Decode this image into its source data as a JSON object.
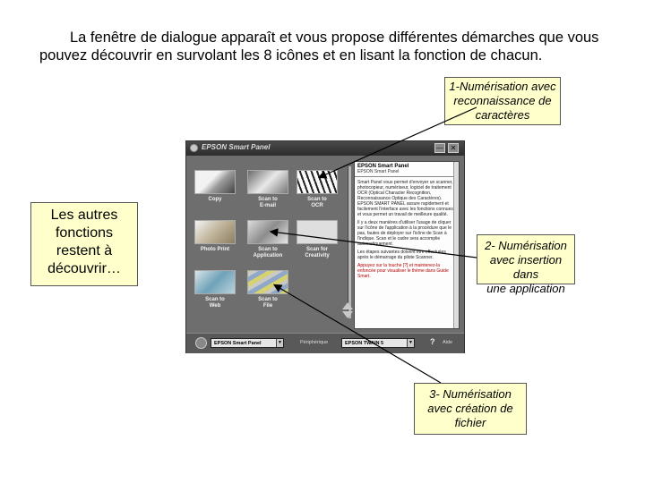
{
  "intro": {
    "line": "La fenêtre de dialogue apparaît et vous propose différentes démarches  que vous pouvez découvrir en survolant les 8 icônes et en lisant la fonction de chacun."
  },
  "callouts": {
    "one_line1": "1-Numérisation avec",
    "one_line2": "reconnaissance de",
    "one_line3": "caractères",
    "two_line1": "2- Numérisation",
    "two_line2": "avec insertion dans",
    "two_line3": "une application",
    "three_line1": "3- Numérisation",
    "three_line2": "avec création de",
    "three_line3": "fichier",
    "other_line1": "Les autres",
    "other_line2": "fonctions",
    "other_line3": "restent à",
    "other_line4": "découvrir…"
  },
  "window": {
    "title": "EPSON Smart Panel",
    "minimize_glyph": "—",
    "close_glyph": "✕",
    "tiles": {
      "copy": "Copy",
      "email_l1": "Scan to",
      "email_l2": "E-mail",
      "ocr_l1": "Scan to",
      "ocr_l2": "OCR",
      "photo": "Photo Print",
      "app_l1": "Scan to",
      "app_l2": "Application",
      "creat_l1": "Scan for",
      "creat_l2": "Creativity",
      "web_l1": "Scan to",
      "web_l2": "Web",
      "file_l1": "Scan to",
      "file_l2": "File"
    },
    "panel": {
      "heading": "EPSON Smart Panel",
      "subheading": "EPSON Smart Panel",
      "p1": "Smart Panel vous permet d'envoyer un scanner, photocopieur, numériseur, logiciel de traitement OCR (Optical Character Recognition, Reconnaissance Optique des Caractères). EPSON SMART PANEL assure rapidement et facilement l'interface avec les fonctions connues et vous permet un travail de meilleure qualité.",
      "p2": "Il y a deux manières d'utiliser l'usage de cliquer sur l'icône de l'application à la procédure que le pas, fautes de déployer sur l'icône de Scan à l'indique. Scan et le cadre sera accomplie automatiquement.",
      "p3": "Les étapes suivantes doivent être effectuées après le démarrage du pilote Scanner.",
      "p4": "Appuyez sur la touche [?] et maintenez-la enfoncée pour visualiser le thème dans Guide Smart."
    },
    "bottom": {
      "dropdown1": "EPSON Smart Panel",
      "device_label": "Périphérique",
      "dropdown2": "EPSON TWAIN 5",
      "help_icon_glyph": "?",
      "help_label": "Aide",
      "dropdown_arrow": "▼"
    }
  },
  "colors": {
    "callout_fill": "#ffffcc",
    "window_body": "#6e6e6e",
    "panel_highlight": "#b30000"
  }
}
